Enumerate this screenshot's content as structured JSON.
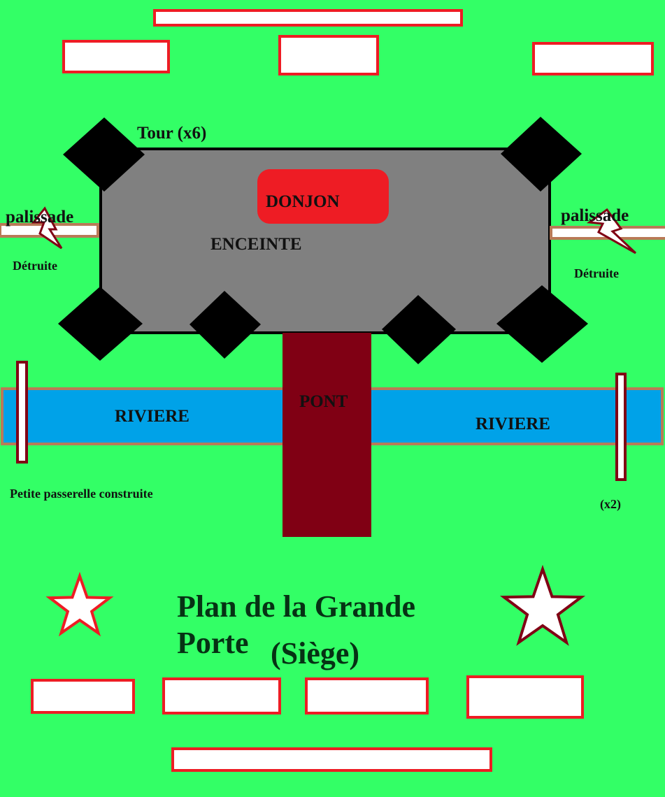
{
  "labels": {
    "tower": "Tour (x6)",
    "palisade_left": "palissade",
    "palisade_right": "palissade",
    "destroyed_left": "Détruite",
    "destroyed_right": "Détruite",
    "keep": "DONJON",
    "enclosure": "ENCEINTE",
    "bridge": "PONT",
    "river_left": "RIVIERE",
    "river_right": "RIVIERE",
    "footbridge": "Petite passerelle construite",
    "footbridge_count": "(x2)"
  },
  "title": {
    "line1": "Plan de la Grande",
    "line2": "Porte",
    "line3": "(Siège)"
  },
  "colors": {
    "grass": "#33ff66",
    "enclosure": "#808080",
    "tower": "#000000",
    "keep": "#ee1c24",
    "river": "#00a2e8",
    "river_bank": "#b97a57",
    "bridge": "#800014",
    "box_border": "#ee1c24",
    "box_fill": "#ffffff",
    "palisade_fill": "#ffffff",
    "palisade_border": "#b97a57",
    "lightning_fill": "#ffffff",
    "lightning_border": "#800014",
    "footbridge_border": "#800014",
    "star_left_border": "#ee1c24",
    "star_right_border": "#800014"
  }
}
